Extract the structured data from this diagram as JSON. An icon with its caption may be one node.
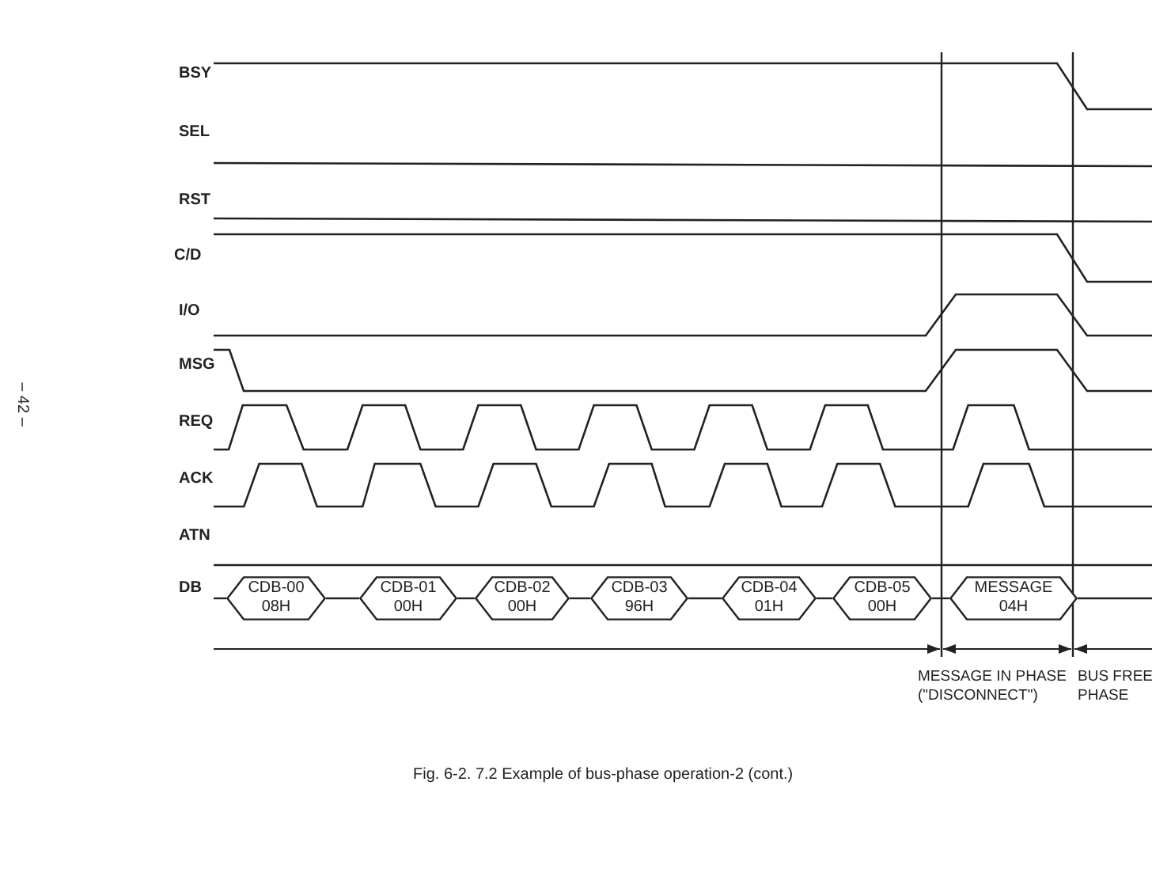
{
  "diagram": {
    "caption": "Fig. 6-2. 7.2 Example of bus-phase operation-2 (cont.)",
    "nodes": [
      {
        "text": [
          "CDB-00",
          "08H"
        ]
      },
      {
        "text": [
          "CDB-01",
          "00H"
        ]
      },
      {
        "text": [
          "CDB-02",
          "00H"
        ]
      },
      {
        "text": [
          "CDB-03",
          "96H"
        ]
      },
      {
        "text": [
          "CDB-04",
          "01H"
        ]
      },
      {
        "text": [
          "CDB-05",
          "00H"
        ]
      },
      {
        "text": [
          "MESSAGE",
          "04H"
        ]
      }
    ],
    "edges": [
      {
        "from": 0,
        "to": 1,
        "arrow": "none"
      },
      {
        "from": 1,
        "to": 2,
        "arrow": "none"
      },
      {
        "from": 2,
        "to": 3,
        "arrow": "none"
      },
      {
        "from": 3,
        "to": 4,
        "arrow": "none"
      },
      {
        "from": 4,
        "to": 5,
        "arrow": "none"
      },
      {
        "from": 5,
        "to": 6,
        "arrow": "none"
      }
    ],
    "labels": [
      "BSY",
      "SEL",
      "RST",
      "C/D",
      "I/O",
      "– 42 –",
      "MSG",
      "REQ",
      "ACK",
      "ATN",
      "DB",
      "MESSAGE IN PHASE (\"DISCONNECT\")",
      "BUS FREE PHASE"
    ]
  }
}
